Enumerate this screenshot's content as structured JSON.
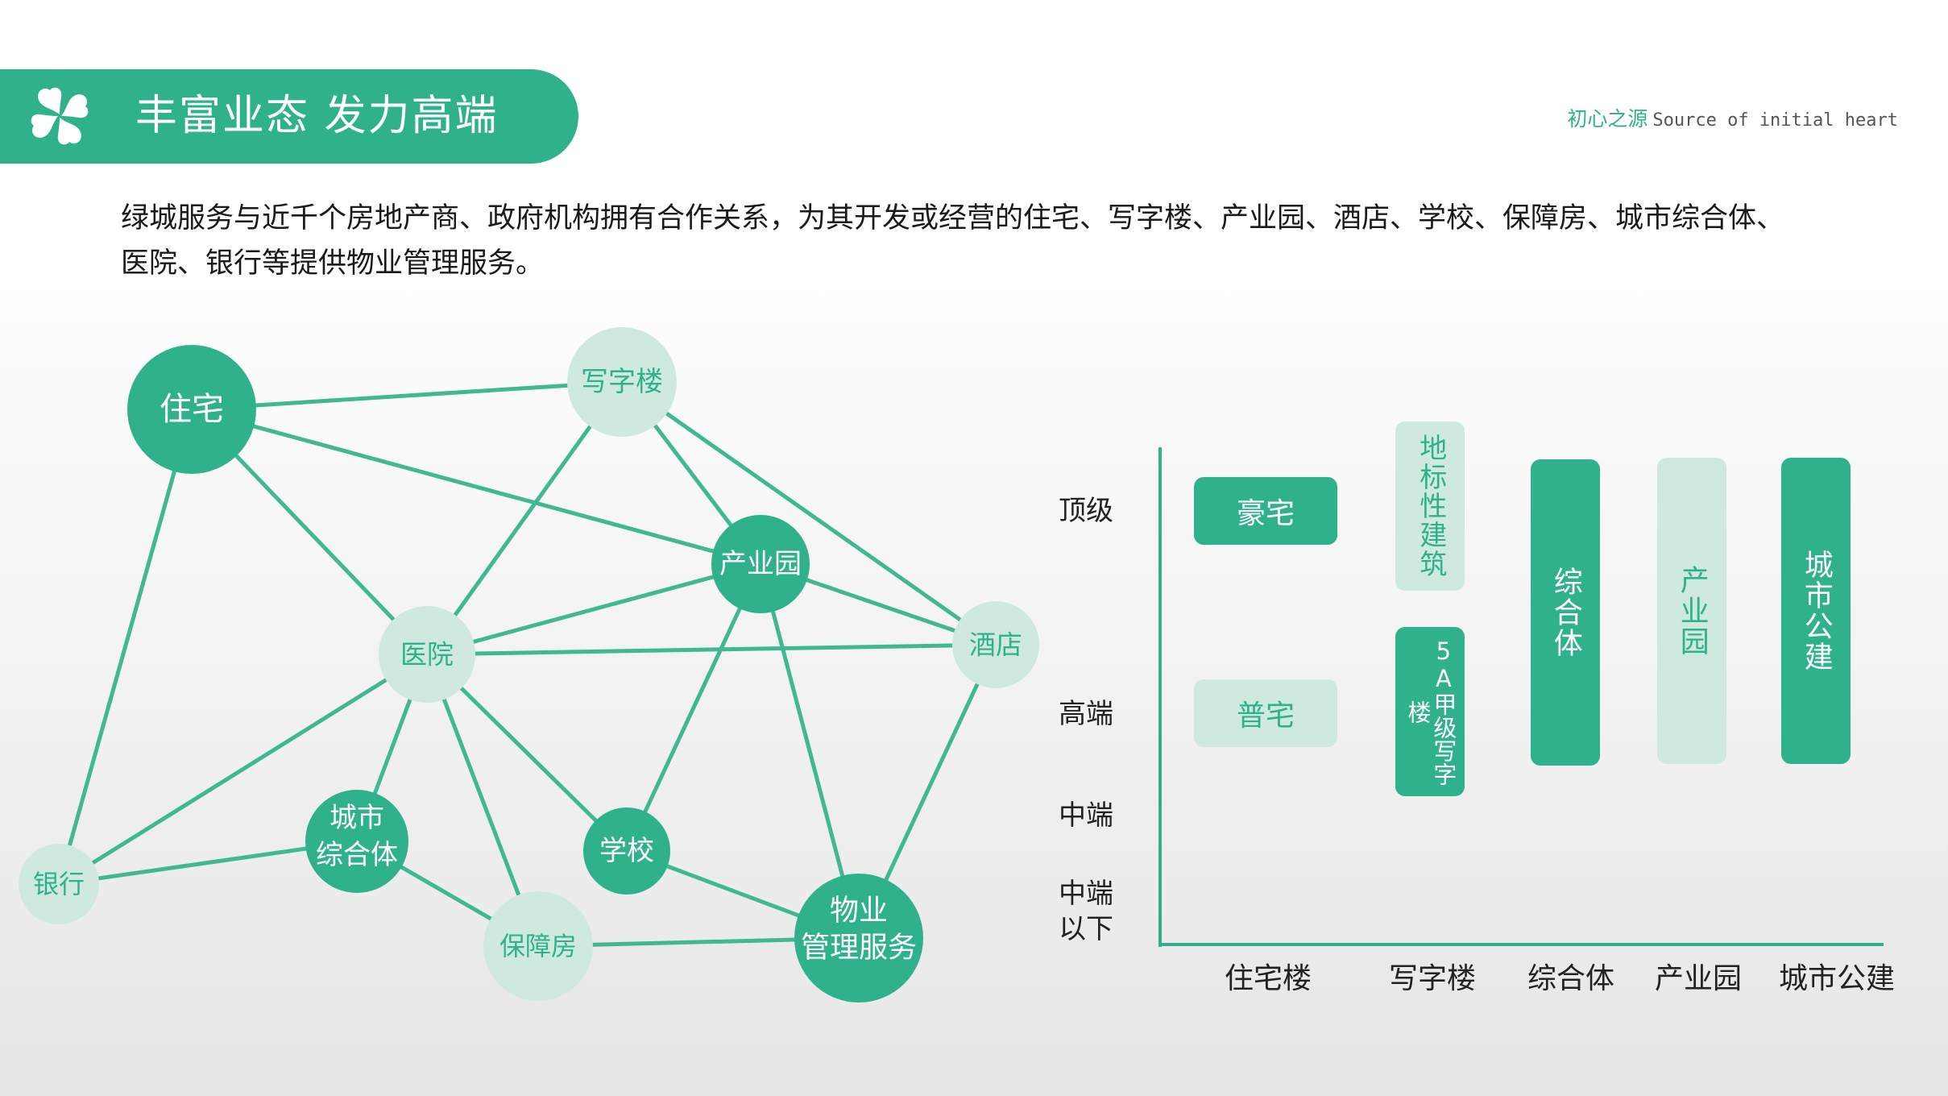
{
  "header": {
    "title": "丰富业态  发力高端",
    "brand_cn": "初心之源",
    "brand_en": "Source of initial heart"
  },
  "intro": "绿城服务与近千个房地产商、政府机构拥有合作关系，为其开发或经营的住宅、写字楼、产业园、酒店、学校、保障房、城市综合体、医院、银行等提供物业管理服务。",
  "colors": {
    "accent": "#2fb28c",
    "light": "#cfe9df",
    "line": "#3fb893"
  },
  "network": {
    "nodes": {
      "zhuzhai": "住宅",
      "xiezilou": "写字楼",
      "chanyeyuan": "产业园",
      "yiyuan": "医院",
      "jiudian": "酒店",
      "chengshi_1": "城市",
      "chengshi_2": "综合体",
      "xuexiao": "学校",
      "yinhang": "银行",
      "baozhangfang": "保障房",
      "wuye_1": "物业",
      "wuye_2": "管理服务"
    }
  },
  "matrix": {
    "y_levels": [
      "顶级",
      "高端",
      "中端",
      "中端",
      "以下"
    ],
    "x_categories": [
      "住宅楼",
      "写字楼",
      "综合体",
      "产业园",
      "城市公建"
    ],
    "boxes": {
      "haozhai": "豪宅",
      "puzhai": "普宅",
      "dibiao": "地标性建筑",
      "jiaji": "5A甲级写字楼",
      "zonghe": "综合体",
      "chanye": "产业园",
      "gongjian": "城市公建"
    }
  }
}
